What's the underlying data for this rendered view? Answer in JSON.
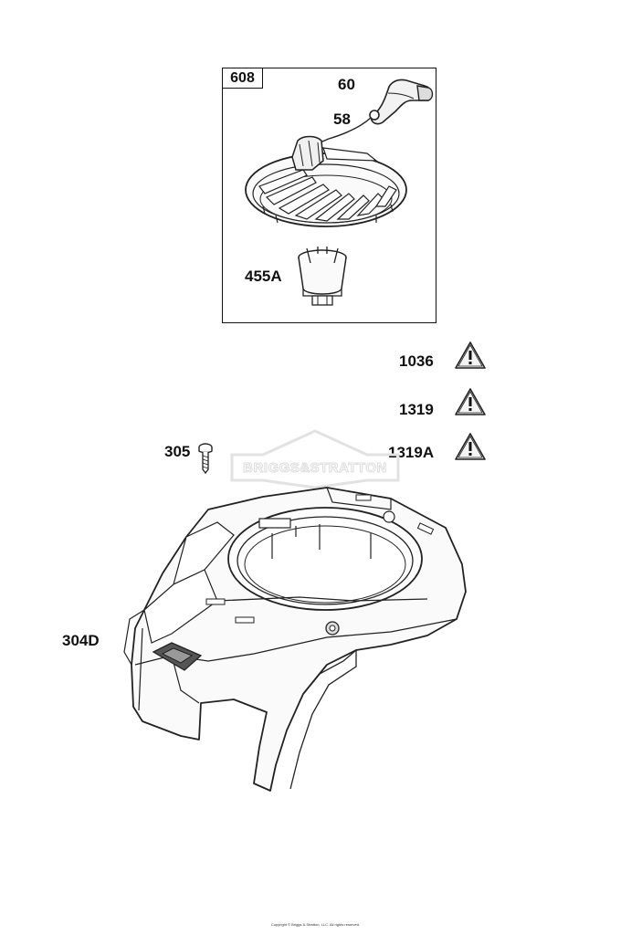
{
  "kit": {
    "label": "608"
  },
  "callouts": {
    "handle": "60",
    "rope": "58",
    "cup": "455A",
    "screw": "305",
    "housing": "304D"
  },
  "warnings": [
    {
      "label": "1036",
      "icon": "warning-triangle-icon"
    },
    {
      "label": "1319",
      "icon": "warning-triangle-icon"
    },
    {
      "label": "1319A",
      "icon": "warning-triangle-icon"
    }
  ],
  "watermark": {
    "text": "BRIGGS&STRATTON"
  },
  "footer": {
    "copyright": "Copyright © Briggs & Stratton, LLC. All rights reserved."
  }
}
